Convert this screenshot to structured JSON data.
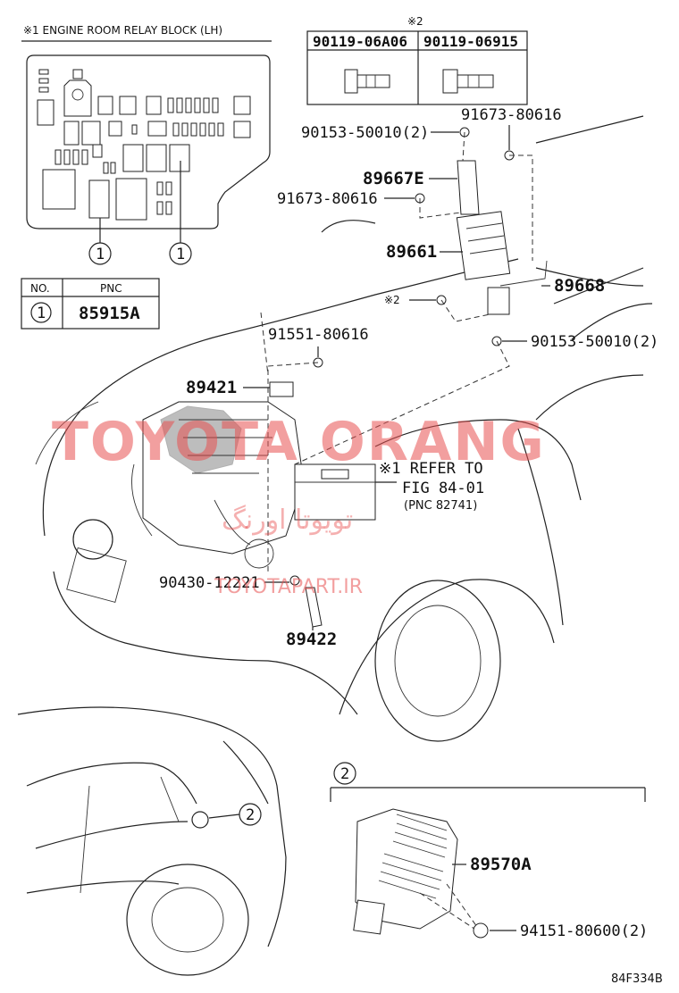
{
  "relay_block": {
    "title": "※1 ENGINE ROOM RELAY BLOCK (LH)",
    "callout_a": "1",
    "callout_b": "1"
  },
  "pnc_table": {
    "header_no": "NO.",
    "header_pnc": "PNC",
    "row_no": "1",
    "row_pnc": "85915A"
  },
  "bolt_table": {
    "mark": "※2",
    "col1": "90119-06A06",
    "col2": "90119-06915"
  },
  "parts": {
    "p_90153_top": "90153-50010(2)",
    "p_91673_top": "91673-80616",
    "p_89667E": "89667E",
    "p_91673_left": "91673-80616",
    "p_89661": "89661",
    "p_89668": "89668",
    "p_mark2": "※2",
    "p_90153_bottom": "90153-50010(2)",
    "p_91551": "91551-80616",
    "p_89421": "89421",
    "p_90430": "90430-12221",
    "p_89422": "89422",
    "p_89570A": "89570A",
    "p_94151": "94151-80600(2)"
  },
  "refer": {
    "line1": "※1 REFER TO",
    "line2": "FIG 84-01",
    "line3": "(PNC 82741)"
  },
  "detail": {
    "callout_header": "2",
    "callout_car": "2"
  },
  "watermark": {
    "main": "TOYOTA ORANG",
    "persian": "تویوتا اورنگ",
    "site": "TOYOTAPART.IR"
  },
  "figure_code": "84F334B"
}
